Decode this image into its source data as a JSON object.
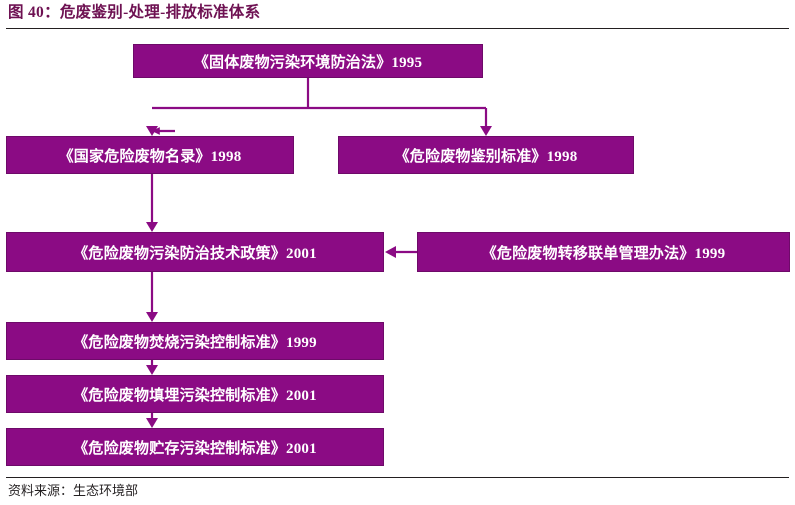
{
  "header": {
    "figure_label": "图 40：",
    "title": "危废鉴别-处理-排放标准体系",
    "full_title": "图 40：危废鉴别-处理-排放标准体系",
    "title_color": "#6E1152"
  },
  "footer": {
    "source_label": "资料来源：",
    "source_value": "生态环境部",
    "source_full": "资料来源：生态环境部"
  },
  "diagram": {
    "type": "flowchart",
    "orientation": "top-down",
    "node_fill": "#8B0B84",
    "node_text_color": "#FFFFFF",
    "connector_color": "#8B0B84",
    "nodes": [
      {
        "id": "n0",
        "label": "《固体废物污染环境防治法》1995",
        "name": "《固体废物污染环境防治法》",
        "year": "1995",
        "row": 1,
        "column": "center"
      },
      {
        "id": "n1",
        "label": "《国家危险废物名录》1998",
        "name": "《国家危险废物名录》",
        "year": "1998",
        "row": 2,
        "column": "left"
      },
      {
        "id": "n2",
        "label": "《危险废物鉴别标准》1998",
        "name": "《危险废物鉴别标准》",
        "year": "1998",
        "row": 2,
        "column": "right"
      },
      {
        "id": "n3",
        "label": "《危险废物污染防治技术政策》2001",
        "name": "《危险废物污染防治技术政策》",
        "year": "2001",
        "row": 3,
        "column": "left"
      },
      {
        "id": "n4",
        "label": "《危险废物转移联单管理办法》1999",
        "name": "《危险废物转移联单管理办法》",
        "year": "1999",
        "row": 3,
        "column": "right"
      },
      {
        "id": "n5",
        "label": "《危险废物焚烧污染控制标准》1999",
        "name": "《危险废物焚烧污染控制标准》",
        "year": "1999",
        "row": 4,
        "column": "left"
      },
      {
        "id": "n6",
        "label": "《危险废物填埋污染控制标准》2001",
        "name": "《危险废物填埋污染控制标准》",
        "year": "2001",
        "row": 5,
        "column": "left"
      },
      {
        "id": "n7",
        "label": "《危险废物贮存污染控制标准》2001",
        "name": "《危险废物贮存污染控制标准》",
        "year": "2001",
        "row": 6,
        "column": "left"
      }
    ],
    "edges": [
      {
        "from": "n0",
        "to": "n1",
        "style": "elbow",
        "arrow": "down"
      },
      {
        "from": "n0",
        "to": "n2",
        "style": "elbow",
        "arrow": "down"
      },
      {
        "from": "n1",
        "to": "n3",
        "style": "straight",
        "arrow": "down"
      },
      {
        "from": "n4",
        "to": "n3",
        "style": "straight",
        "arrow": "left"
      },
      {
        "from": "n3",
        "to": "n5",
        "style": "straight",
        "arrow": "down"
      },
      {
        "from": "n5",
        "to": "n6",
        "style": "straight",
        "arrow": "down"
      },
      {
        "from": "n6",
        "to": "n7",
        "style": "straight",
        "arrow": "down"
      }
    ]
  }
}
